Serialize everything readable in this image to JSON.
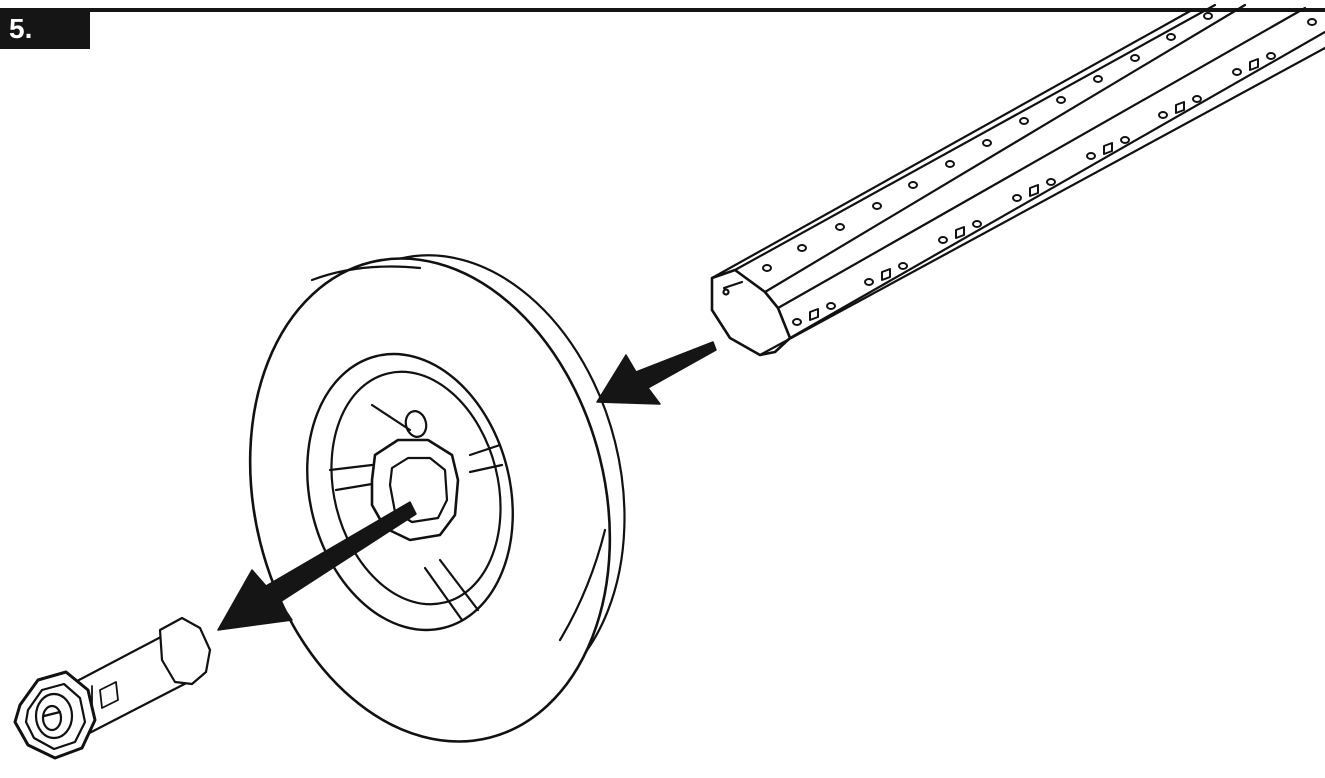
{
  "step": {
    "label": "5."
  },
  "colors": {
    "ink": "#111111",
    "background": "#ffffff",
    "badge": "#151515"
  },
  "illustration": {
    "parts": [
      "octagonal-tube",
      "pulley-wheel",
      "end-plug"
    ],
    "arrows": [
      "insert-tube-arrow",
      "extract-plug-arrow"
    ]
  }
}
